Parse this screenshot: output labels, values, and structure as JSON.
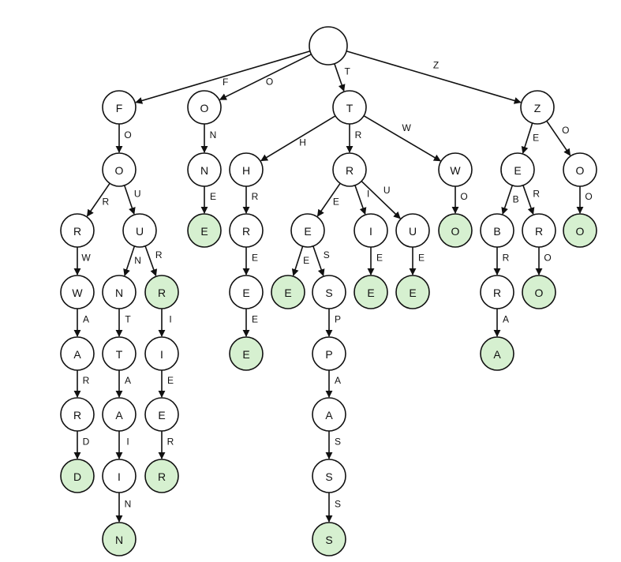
{
  "colors": {
    "terminal_fill": "#d6f0d0",
    "node_fill": "#ffffff",
    "stroke": "#111111"
  },
  "nodes": [
    {
      "id": "root",
      "label": "",
      "terminal": false
    },
    {
      "id": "F",
      "label": "F",
      "terminal": false
    },
    {
      "id": "FO",
      "label": "O",
      "terminal": false
    },
    {
      "id": "FOR",
      "label": "R",
      "terminal": false
    },
    {
      "id": "FORW",
      "label": "W",
      "terminal": false
    },
    {
      "id": "FORWA",
      "label": "A",
      "terminal": false
    },
    {
      "id": "FORWAR",
      "label": "R",
      "terminal": false
    },
    {
      "id": "FORWARD",
      "label": "D",
      "terminal": true
    },
    {
      "id": "FOU",
      "label": "U",
      "terminal": false
    },
    {
      "id": "FOUN",
      "label": "N",
      "terminal": false
    },
    {
      "id": "FOUNT",
      "label": "T",
      "terminal": false
    },
    {
      "id": "FOUNTA",
      "label": "A",
      "terminal": false
    },
    {
      "id": "FOUNTAI",
      "label": "I",
      "terminal": false
    },
    {
      "id": "FOUNTAIN",
      "label": "N",
      "terminal": true
    },
    {
      "id": "FOUR",
      "label": "R",
      "terminal": true
    },
    {
      "id": "FOURI",
      "label": "I",
      "terminal": false
    },
    {
      "id": "FOURIE",
      "label": "E",
      "terminal": false
    },
    {
      "id": "FOURIER",
      "label": "R",
      "terminal": true
    },
    {
      "id": "O",
      "label": "O",
      "terminal": false
    },
    {
      "id": "ON",
      "label": "N",
      "terminal": false
    },
    {
      "id": "ONE",
      "label": "E",
      "terminal": true
    },
    {
      "id": "T",
      "label": "T",
      "terminal": false
    },
    {
      "id": "TH",
      "label": "H",
      "terminal": false
    },
    {
      "id": "THR",
      "label": "R",
      "terminal": false
    },
    {
      "id": "THRE",
      "label": "E",
      "terminal": false
    },
    {
      "id": "THREE",
      "label": "E",
      "terminal": true
    },
    {
      "id": "TR",
      "label": "R",
      "terminal": false
    },
    {
      "id": "TRE",
      "label": "E",
      "terminal": false
    },
    {
      "id": "TREE",
      "label": "E",
      "terminal": true
    },
    {
      "id": "TRES",
      "label": "S",
      "terminal": false
    },
    {
      "id": "TRESP",
      "label": "P",
      "terminal": false
    },
    {
      "id": "TRESPA",
      "label": "A",
      "terminal": false
    },
    {
      "id": "TRESPAS",
      "label": "S",
      "terminal": false
    },
    {
      "id": "TRESPASS",
      "label": "S",
      "terminal": true
    },
    {
      "id": "TRI",
      "label": "I",
      "terminal": false
    },
    {
      "id": "TRIE",
      "label": "E",
      "terminal": true
    },
    {
      "id": "TRU",
      "label": "U",
      "terminal": false
    },
    {
      "id": "TRUE",
      "label": "E",
      "terminal": true
    },
    {
      "id": "TW",
      "label": "W",
      "terminal": false
    },
    {
      "id": "TWO",
      "label": "O",
      "terminal": true
    },
    {
      "id": "Z",
      "label": "Z",
      "terminal": false
    },
    {
      "id": "ZE",
      "label": "E",
      "terminal": false
    },
    {
      "id": "ZEB",
      "label": "B",
      "terminal": false
    },
    {
      "id": "ZEBR",
      "label": "R",
      "terminal": false
    },
    {
      "id": "ZEBRA",
      "label": "A",
      "terminal": true
    },
    {
      "id": "ZER",
      "label": "R",
      "terminal": false
    },
    {
      "id": "ZERO",
      "label": "O",
      "terminal": true
    },
    {
      "id": "ZO",
      "label": "O",
      "terminal": false
    },
    {
      "id": "ZOO",
      "label": "O",
      "terminal": true
    }
  ],
  "edges": [
    {
      "from": "root",
      "to": "F",
      "label": "F"
    },
    {
      "from": "F",
      "to": "FO",
      "label": "O"
    },
    {
      "from": "FO",
      "to": "FOR",
      "label": "R"
    },
    {
      "from": "FOR",
      "to": "FORW",
      "label": "W"
    },
    {
      "from": "FORW",
      "to": "FORWA",
      "label": "A"
    },
    {
      "from": "FORWA",
      "to": "FORWAR",
      "label": "R"
    },
    {
      "from": "FORWAR",
      "to": "FORWARD",
      "label": "D"
    },
    {
      "from": "FO",
      "to": "FOU",
      "label": "U"
    },
    {
      "from": "FOU",
      "to": "FOUN",
      "label": "N"
    },
    {
      "from": "FOUN",
      "to": "FOUNT",
      "label": "T"
    },
    {
      "from": "FOUNT",
      "to": "FOUNTA",
      "label": "A"
    },
    {
      "from": "FOUNTA",
      "to": "FOUNTAI",
      "label": "I"
    },
    {
      "from": "FOUNTAI",
      "to": "FOUNTAIN",
      "label": "N"
    },
    {
      "from": "FOU",
      "to": "FOUR",
      "label": "R"
    },
    {
      "from": "FOUR",
      "to": "FOURI",
      "label": "I"
    },
    {
      "from": "FOURI",
      "to": "FOURIE",
      "label": "E"
    },
    {
      "from": "FOURIE",
      "to": "FOURIER",
      "label": "R"
    },
    {
      "from": "root",
      "to": "O",
      "label": "O"
    },
    {
      "from": "O",
      "to": "ON",
      "label": "N"
    },
    {
      "from": "ON",
      "to": "ONE",
      "label": "E"
    },
    {
      "from": "root",
      "to": "T",
      "label": "T"
    },
    {
      "from": "T",
      "to": "TH",
      "label": "H"
    },
    {
      "from": "TH",
      "to": "THR",
      "label": "R"
    },
    {
      "from": "THR",
      "to": "THRE",
      "label": "E"
    },
    {
      "from": "THRE",
      "to": "THREE",
      "label": "E"
    },
    {
      "from": "T",
      "to": "TR",
      "label": "R"
    },
    {
      "from": "TR",
      "to": "TRE",
      "label": "E"
    },
    {
      "from": "TRE",
      "to": "TREE",
      "label": "E"
    },
    {
      "from": "TRE",
      "to": "TRES",
      "label": "S"
    },
    {
      "from": "TRES",
      "to": "TRESP",
      "label": "P"
    },
    {
      "from": "TRESP",
      "to": "TRESPA",
      "label": "A"
    },
    {
      "from": "TRESPA",
      "to": "TRESPAS",
      "label": "S"
    },
    {
      "from": "TRESPAS",
      "to": "TRESPASS",
      "label": "S"
    },
    {
      "from": "TR",
      "to": "TRI",
      "label": "I"
    },
    {
      "from": "TRI",
      "to": "TRIE",
      "label": "E"
    },
    {
      "from": "TR",
      "to": "TRU",
      "label": "U"
    },
    {
      "from": "TRU",
      "to": "TRUE",
      "label": "E"
    },
    {
      "from": "T",
      "to": "TW",
      "label": "W"
    },
    {
      "from": "TW",
      "to": "TWO",
      "label": "O"
    },
    {
      "from": "root",
      "to": "Z",
      "label": "Z"
    },
    {
      "from": "Z",
      "to": "ZE",
      "label": "E"
    },
    {
      "from": "ZE",
      "to": "ZEB",
      "label": "B"
    },
    {
      "from": "ZEB",
      "to": "ZEBR",
      "label": "R"
    },
    {
      "from": "ZEBR",
      "to": "ZEBRA",
      "label": "A"
    },
    {
      "from": "ZE",
      "to": "ZER",
      "label": "R"
    },
    {
      "from": "ZER",
      "to": "ZERO",
      "label": "O"
    },
    {
      "from": "Z",
      "to": "ZO",
      "label": "O"
    },
    {
      "from": "ZO",
      "to": "ZOO",
      "label": "O"
    }
  ]
}
